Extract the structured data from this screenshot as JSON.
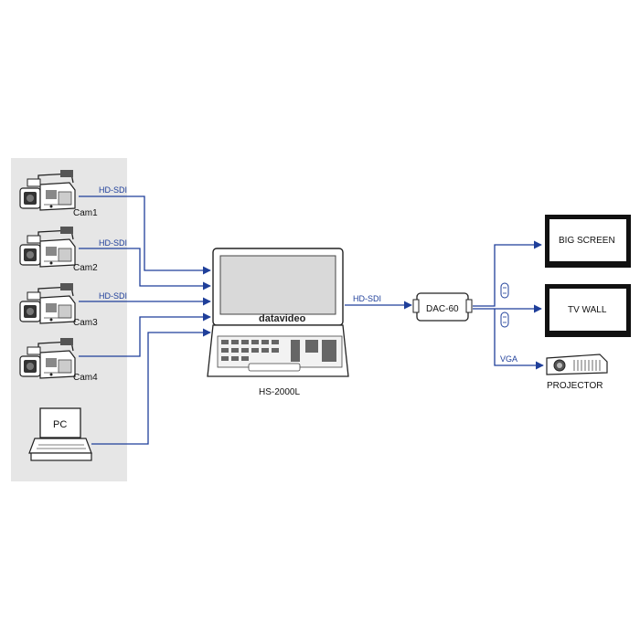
{
  "colors": {
    "signal": "#1f3f9a",
    "source_panel": "#e6e6e6",
    "device_fill": "#ffffff",
    "screen_fill": "#d9d9d9",
    "outline": "#222222"
  },
  "sources": {
    "cameras": [
      {
        "label": "Cam1",
        "link": "HD-SDI",
        "icon": "video-camera-icon"
      },
      {
        "label": "Cam2",
        "link": "HD-SDI",
        "icon": "video-camera-icon"
      },
      {
        "label": "Cam3",
        "link": "HD-SDI",
        "icon": "video-camera-icon"
      },
      {
        "label": "Cam4",
        "link": "",
        "icon": "video-camera-icon"
      }
    ],
    "pc": {
      "label": "PC",
      "icon": "computer-icon"
    }
  },
  "switcher": {
    "brand": "datavideo",
    "model": "HS-2000L",
    "output_link": "HD-SDI",
    "icon": "laptop-switcher-icon"
  },
  "converter": {
    "label": "DAC-60",
    "icon": "converter-box-icon"
  },
  "outputs": {
    "big_screen": {
      "label": "BIG SCREEN",
      "icon": "display-icon"
    },
    "tv_wall": {
      "label": "TV WALL",
      "icon": "display-icon"
    },
    "projector": {
      "label": "PROJECTOR",
      "link": "VGA",
      "icon": "projector-icon"
    },
    "link_icon": "link-chain-icon"
  }
}
